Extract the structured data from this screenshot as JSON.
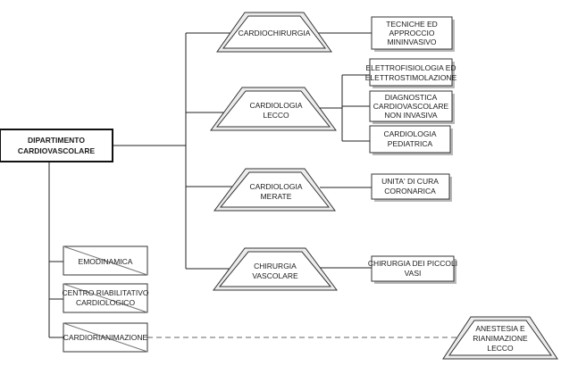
{
  "department": {
    "lines": [
      "DIPARTIMENTO",
      "CARDIOVASCOLARE"
    ]
  },
  "units": {
    "cardiochirurgia": {
      "lines": [
        "CARDIOCHIRURGIA"
      ]
    },
    "cardiologia_lecco": {
      "lines": [
        "CARDIOLOGIA",
        "LECCO"
      ]
    },
    "cardiologia_merate": {
      "lines": [
        "CARDIOLOGIA",
        "MERATE"
      ]
    },
    "chirurgia_vascolare": {
      "lines": [
        "CHIRURGIA",
        "VASCOLARE"
      ]
    },
    "anestesia": {
      "lines": [
        "ANESTESIA E",
        "RIANIMAZIONE",
        "LECCO"
      ]
    }
  },
  "sub_units": {
    "tecniche": {
      "lines": [
        "TECNICHE ED",
        "APPROCCIO",
        "MININVASIVO"
      ]
    },
    "elettrofisiologia": {
      "lines": [
        "ELETTROFISIOLOGIA ED",
        "ELETTROSTIMOLAZIONE"
      ]
    },
    "diagnostica": {
      "lines": [
        "DIAGNOSTICA",
        "CARDIOVASCOLARE",
        "NON INVASIVA"
      ]
    },
    "pediatrica": {
      "lines": [
        "CARDIOLOGIA",
        "PEDIATRICA"
      ]
    },
    "unita_coronarica": {
      "lines": [
        "UNITA' DI CURA",
        "CORONARICA"
      ]
    },
    "chirurgia_piccoli_vasi": {
      "lines": [
        "CHIRURGIA DEI PICCOLI",
        "VASI"
      ]
    }
  },
  "services": {
    "emodinamica": {
      "lines": [
        "EMODINAMICA"
      ]
    },
    "centro_riabilitativo": {
      "lines": [
        "CENTRO RIABILITATIVO",
        "CARDIOLOGICO"
      ]
    },
    "cardiorianimazione": {
      "lines": [
        "CARDIORIANIMAZIONE"
      ]
    }
  }
}
